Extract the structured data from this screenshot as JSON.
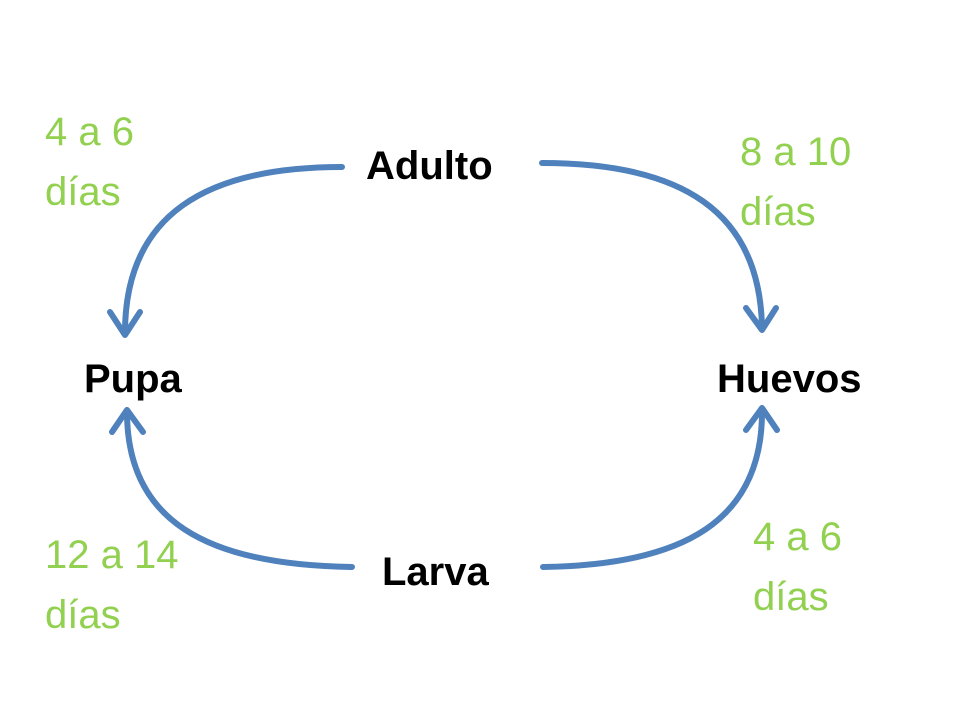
{
  "colors": {
    "arrow": "#4f81bd",
    "duration_text": "#92d050",
    "stage_text": "#000000"
  },
  "stages": {
    "adult": "Adulto",
    "eggs": "Huevos",
    "larva": "Larva",
    "pupa": "Pupa"
  },
  "durations": {
    "adult_to_eggs": [
      "8 a 10",
      "días"
    ],
    "eggs_to_larva": [
      "4 a 6",
      "días"
    ],
    "larva_to_pupa": [
      "12 a 14",
      "días"
    ],
    "pupa_to_adult": [
      "4 a 6",
      "días"
    ]
  }
}
